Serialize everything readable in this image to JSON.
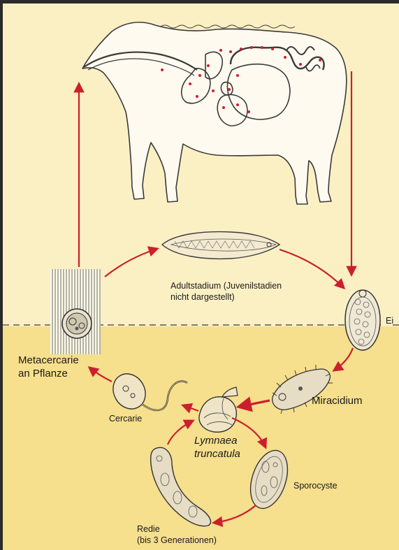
{
  "labels": {
    "adult_line1": "Adultstadium (Juvenilstadien",
    "adult_line2": "nicht dargestellt)",
    "ei": "Ei",
    "meta_line1": "Metacercarie",
    "meta_line2": "an Pflanze",
    "miracidium": "Miracidium",
    "cercarie": "Cercarie",
    "lymnaea_line1": "Lymnaea",
    "lymnaea_line2": "truncatula",
    "sporocyste": "Sporocyste",
    "redie_line1": "Redie",
    "redie_line2": "(bis 3 Generationen)"
  },
  "colors": {
    "frame": "#2b2b2b",
    "upper_bg": "#fbf0c4",
    "lower_bg": "#f6df8d",
    "arrow": "#cc1f2d",
    "line": "#3a3a3a"
  }
}
